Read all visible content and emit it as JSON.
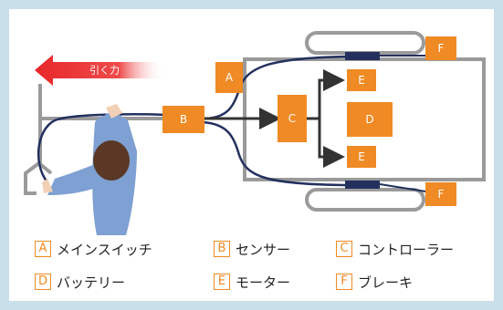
{
  "diagram": {
    "pull_force_label": "引く力",
    "box_letters": {
      "a": "A",
      "b": "B",
      "c": "C",
      "d": "D",
      "e_top": "E",
      "e_bottom": "E",
      "f_top": "F",
      "f_bottom": "F"
    }
  },
  "legend": [
    {
      "key": "A",
      "label": "メインスイッチ"
    },
    {
      "key": "B",
      "label": "センサー"
    },
    {
      "key": "C",
      "label": "コントローラー"
    },
    {
      "key": "D",
      "label": "バッテリー"
    },
    {
      "key": "E",
      "label": "モーター"
    },
    {
      "key": "F",
      "label": "ブレーキ"
    }
  ],
  "colors": {
    "box_orange": "#f08a24",
    "wire_navy": "#23305e",
    "frame_gray": "#9a9a9a",
    "arrow_red": "#e8272a",
    "person_blue": "#7ea0d3"
  }
}
